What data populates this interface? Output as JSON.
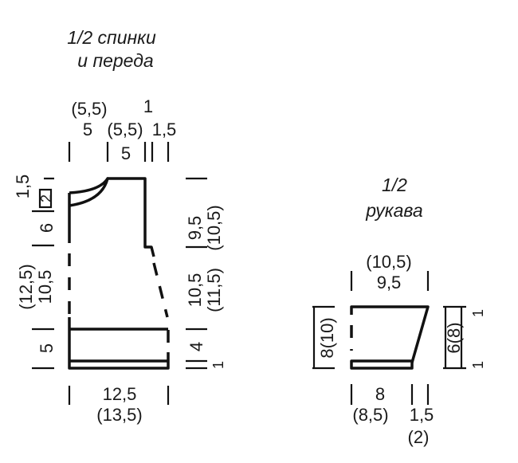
{
  "body_piece": {
    "title_line1": "1/2 спинки",
    "title_line2": "и переда",
    "top": {
      "neck_alt": "(5,5)",
      "shoulder_step_top": "1",
      "neck": "5",
      "shoulder_alt": "(5,5)",
      "armhole_step": "1,5",
      "shoulder": "5"
    },
    "left": {
      "shoulder_slope": "1,5",
      "neck_depth": "2",
      "upper": "6",
      "middle_alt": "(12,5)",
      "middle": "10,5",
      "hem": "5"
    },
    "right": {
      "armhole": "9,5",
      "armhole_alt": "(10,5)",
      "side": "10,5",
      "side_alt": "(11,5)",
      "band": "4",
      "hem_band": "1"
    },
    "bottom": {
      "width": "12,5",
      "width_alt": "(13,5)"
    }
  },
  "sleeve_piece": {
    "title_line1": "1/2",
    "title_line2": "рукава",
    "top_alt": "(10,5)",
    "top": "9,5",
    "left_height": "8(10)",
    "right_height": "6(8)",
    "right_top_step": "1",
    "right_bottom_step": "1",
    "bottom": "8",
    "bottom_alt": "(8,5)",
    "slant": "1,5",
    "slant_alt": "(2)"
  }
}
